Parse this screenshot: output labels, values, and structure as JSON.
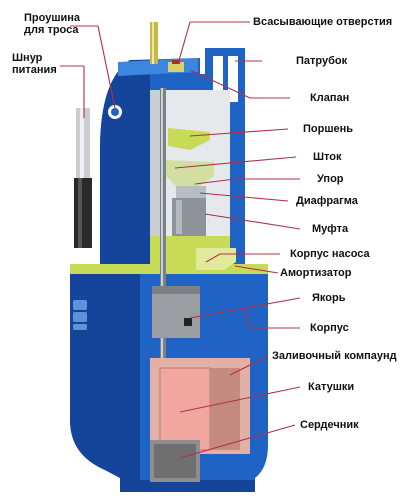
{
  "colors": {
    "body_blue": "#1f64c4",
    "body_dark": "#14459a",
    "body_light": "#3c86e0",
    "internal_light": "#e6e9ec",
    "yellow_green": "#c8db57",
    "coil_pink": "#f1a7a0",
    "core_grey": "#8e8e8e",
    "leader_line": "#b0304a"
  },
  "labels_left": {
    "cable_eye": "Проушина\nдля троса",
    "power_cord": "Шнур\nпитания"
  },
  "labels_right": {
    "intake_holes": "Всасывающие отверстия",
    "outlet_pipe": "Патрубок",
    "valve": "Клапан",
    "piston": "Поршень",
    "rod": "Шток",
    "stop": "Упор",
    "diaphragm": "Диафрагма",
    "coupling": "Муфта",
    "pump_housing": "Корпус насоса",
    "shock_absorber": "Амортизатор",
    "anchor": "Якорь",
    "housing": "Корпус",
    "potting_compound": "Заливочный компаунд",
    "coils": "Катушки",
    "core": "Сердечник"
  }
}
